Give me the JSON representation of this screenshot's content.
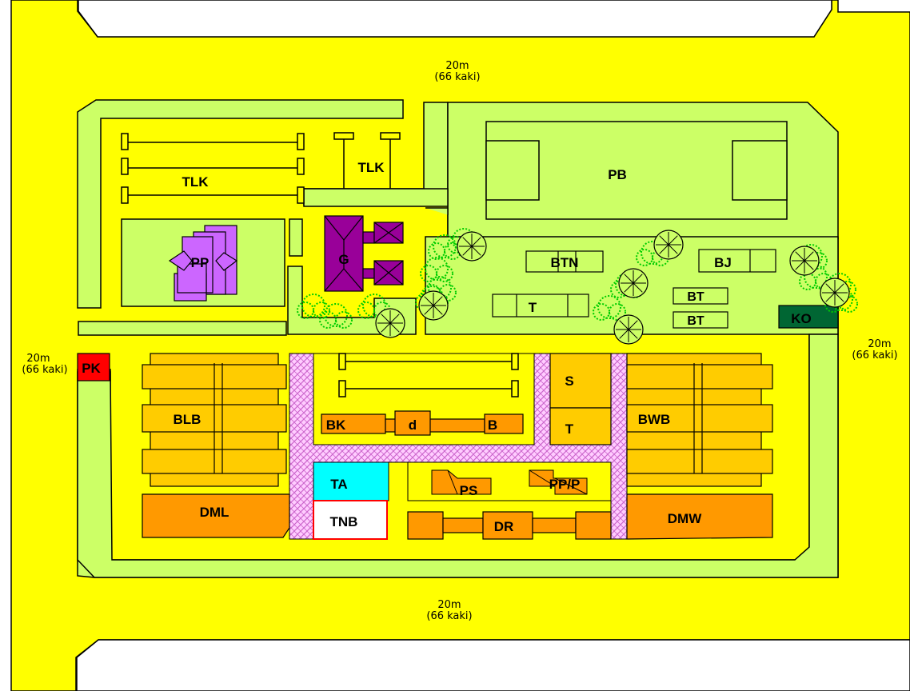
{
  "colors": {
    "road": "#ffff00",
    "ground": "#ccff66",
    "outline": "#000000",
    "walkway": "#ff99ff",
    "building_orange": "#ff9900",
    "building_gold": "#ffcc00",
    "purple_dark": "#990099",
    "purple_light": "#cc66ff",
    "cyan": "#00ffff",
    "red": "#ff0000",
    "green_dark": "#006633",
    "tree_green": "#00cc00"
  },
  "roads": {
    "top_width": "20m",
    "top_feet": "(66 kaki)",
    "left_width": "20m",
    "left_feet": "(66 kaki)",
    "right_width": "20m",
    "right_feet": "(66 kaki)",
    "bottom_width": "20m",
    "bottom_feet": "(66 kaki)"
  },
  "labels": {
    "tlk_left": "TLK",
    "tlk_right": "TLK",
    "pb": "PB",
    "pp": "PP",
    "g": "G",
    "btn": "BTN",
    "bj": "BJ",
    "t_middle": "T",
    "bt_1": "BT",
    "bt_2": "BT",
    "ko": "KO",
    "pk": "PK",
    "blb": "BLB",
    "bk": "BK",
    "d": "d",
    "b": "B",
    "s": "S",
    "t_right": "T",
    "bwb": "BWB",
    "ta": "TA",
    "ps": "PS",
    "pp_p": "PP/P",
    "dml": "DML",
    "tnb": "TNB",
    "dr": "DR",
    "dmw": "DMW"
  }
}
